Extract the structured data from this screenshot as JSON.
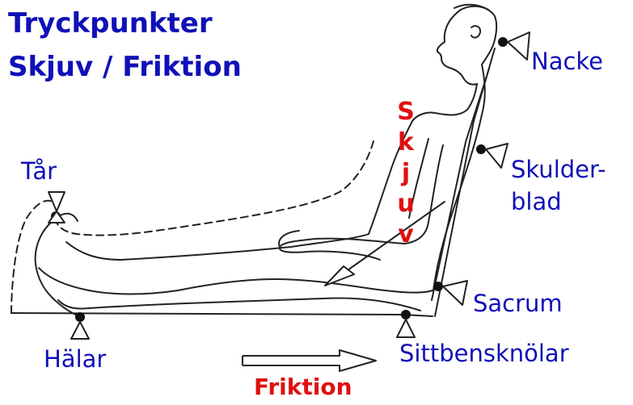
{
  "colors": {
    "title": "#1010b8",
    "label": "#1010b8",
    "accent": "#e01010",
    "line": "#222222"
  },
  "title": {
    "line1": "Tryckpunkter",
    "line2": "Skjuv / Friktion"
  },
  "labels": {
    "nacke": "Nacke",
    "skulderblad_1": "Skulder-",
    "skulderblad_2": "blad",
    "tar": "Tår",
    "sacrum": "Sacrum",
    "halar": "Hälar",
    "sittbensknolar": "Sittbensknölar"
  },
  "skjuv_letters": [
    "S",
    "k",
    "j",
    "u",
    "v"
  ],
  "friktion_label": "Friktion"
}
